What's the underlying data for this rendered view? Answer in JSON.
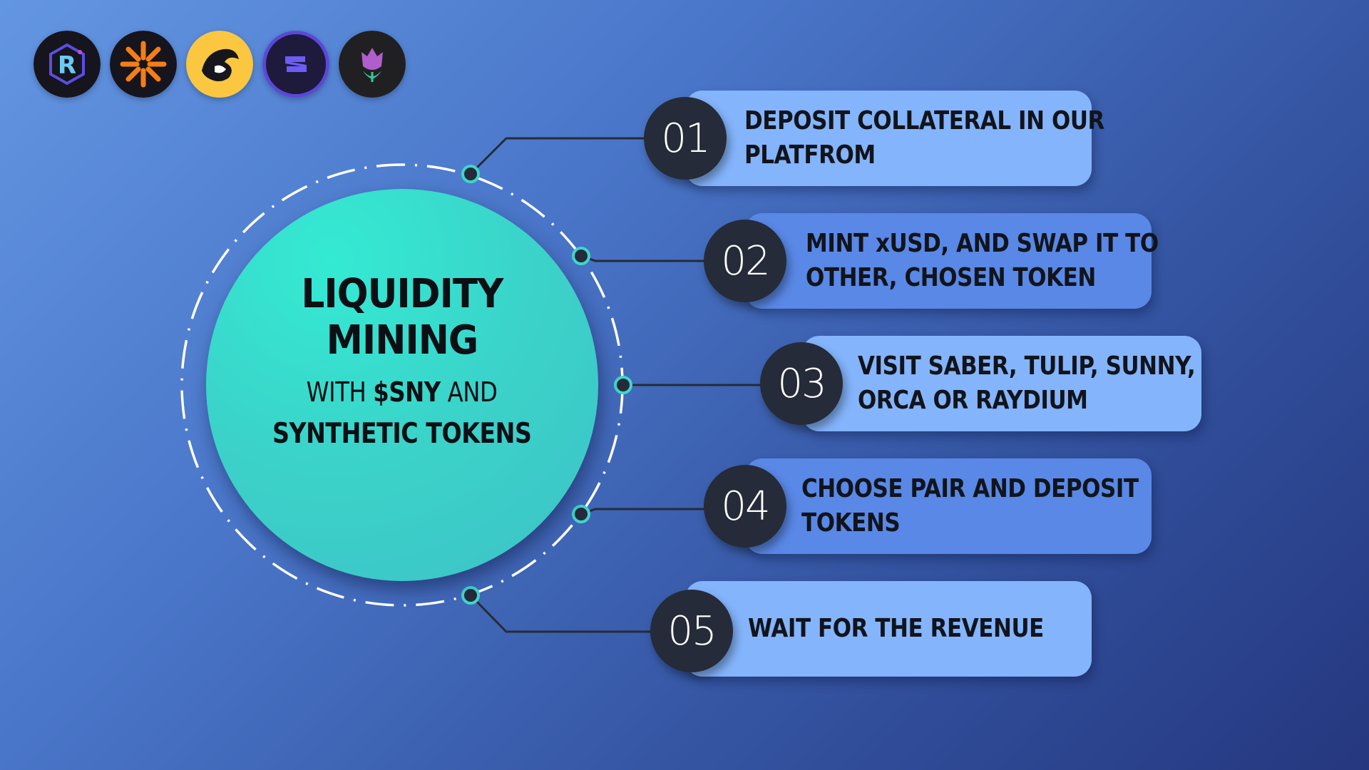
{
  "logos": [
    {
      "name": "raydium-logo",
      "letter": "R",
      "bg": "#16141d"
    },
    {
      "name": "sunny-logo",
      "bg": "#16141d",
      "accent": "#f47e16"
    },
    {
      "name": "orca-logo",
      "bg": "#fbc740"
    },
    {
      "name": "saber-logo",
      "letter": "S",
      "bg": "#1d1a3c",
      "accent": "#6c5df5"
    },
    {
      "name": "tulip-logo",
      "bg": "#202022",
      "accent": "#b05ecb"
    }
  ],
  "hub": {
    "title": "LIQUIDITY MINING",
    "with": "WITH",
    "token": "$SNY",
    "and": "AND",
    "subtitle": "SYNTHETIC TOKENS"
  },
  "steps": [
    {
      "num": "01",
      "line1": "DEPOSIT COLLATERAL IN OUR",
      "line2": "PLATFROM"
    },
    {
      "num": "02",
      "line1": "MINT xUSD, AND SWAP IT TO",
      "line2": "OTHER, CHOSEN TOKEN"
    },
    {
      "num": "03",
      "line1": "VISIT SABER, TULIP, SUNNY,",
      "line2": "ORCA OR RAYDIUM"
    },
    {
      "num": "04",
      "line1": "CHOOSE PAIR AND DEPOSIT",
      "line2": "TOKENS"
    },
    {
      "num": "05",
      "line1": "WAIT FOR THE REVENUE",
      "line2": ""
    }
  ],
  "colors": {
    "hub": "#3ed6cb",
    "light_bar": "#84b4fc",
    "dark_bar": "#5988e6",
    "number_circle": "#252b38",
    "connector": "#252b38",
    "dot": "#3ed6cb"
  }
}
